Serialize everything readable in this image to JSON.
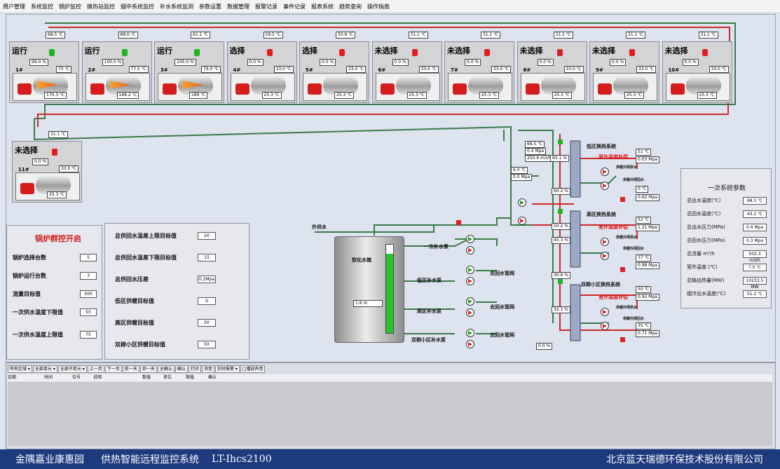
{
  "menu": [
    "用户管理",
    "系统监控",
    "锅炉监控",
    "换热站监控",
    "烟中系统监控",
    "补水系统监测",
    "参数设置",
    "数据管理",
    "报警记录",
    "事件记录",
    "报表系统",
    "趋势查询",
    "操作指南"
  ],
  "boilers": [
    {
      "status": "运行",
      "pct": "99.0 %",
      "temp_in": "68.5 ℃",
      "temp_out": "70 ℃",
      "body_temp": "170.3 ℃",
      "num": "1#",
      "running": true
    },
    {
      "status": "运行",
      "pct": "100.0 %",
      "temp_in": "68.0 ℃",
      "temp_out": "77.5 ℃",
      "body_temp": "168.2 ℃",
      "num": "2#",
      "running": true
    },
    {
      "status": "运行",
      "pct": "100.0 %",
      "temp_in": "61.1 ℃",
      "temp_out": "79.0 ℃",
      "body_temp": "189 ℃",
      "num": "3#",
      "running": true
    },
    {
      "status": "选择",
      "pct": "0.0 %",
      "temp_in": "59.5 ℃",
      "temp_out": "33.0 ℃",
      "body_temp": "25.3 ℃",
      "num": "4#",
      "running": false
    },
    {
      "status": "选择",
      "pct": "0.0 %",
      "temp_in": "50.6 ℃",
      "temp_out": "33.0 ℃",
      "body_temp": "25.3 ℃",
      "num": "5#",
      "running": false
    },
    {
      "status": "未选择",
      "pct": "0.0 %",
      "temp_in": "31.1 ℃",
      "temp_out": "33.0 ℃",
      "body_temp": "25.3 ℃",
      "num": "6#",
      "running": false
    },
    {
      "status": "未选择",
      "pct": "0.0 %",
      "temp_in": "31.1 ℃",
      "temp_out": "33.0 ℃",
      "body_temp": "25.3 ℃",
      "num": "7#",
      "running": false
    },
    {
      "status": "未选择",
      "pct": "0.0 %",
      "temp_in": "31.1 ℃",
      "temp_out": "33.0 ℃",
      "body_temp": "25.3 ℃",
      "num": "8#",
      "running": false
    },
    {
      "status": "未选择",
      "pct": "0.0 %",
      "temp_in": "31.1 ℃",
      "temp_out": "33.0 ℃",
      "body_temp": "25.3 ℃",
      "num": "9#",
      "running": false
    },
    {
      "status": "未选择",
      "pct": "0.0 %",
      "temp_in": "31.1 ℃",
      "temp_out": "33.0 ℃",
      "body_temp": "25.3 ℃",
      "num": "10#",
      "running": false
    },
    {
      "status": "未选择",
      "pct": "0.0 %",
      "temp_in": "31.1 ℃",
      "temp_out": "33.0 ℃",
      "body_temp": "25.3 ℃",
      "num": "11#",
      "running": false
    }
  ],
  "tank": {
    "label": "软化水箱",
    "level": "1.6 m",
    "level_fraction": 0.9,
    "outer_label": "外供水"
  },
  "pumps": {
    "primary": "一次补水泵",
    "low": "低区补水泵",
    "high": "高区补水泵",
    "twin": "双柳小区补水泵",
    "ret1": "去回水管网",
    "ret2": "去回水管网",
    "ret3": "去回水管网"
  },
  "stations": {
    "low": {
      "title": "低区换热系统",
      "outdoor": "室外温度补偿",
      "out": "供暖外网供水",
      "ret": "供暖外网回水"
    },
    "high": {
      "title": "高区换热系统",
      "outdoor": "室外温度补偿",
      "out": "供暖外网供水",
      "ret": "供暖外网回水"
    },
    "twin": {
      "title": "双柳小区换热系统",
      "outdoor": "室外温度补偿",
      "out": "供暖外网供水",
      "ret": "供暖外网回水"
    }
  },
  "station_values": {
    "lp1": "68.5 ℃",
    "lp2": "0.4 Mpa",
    "lp3": "250.6 m3/h",
    "lp4": "65.1 %",
    "ls1": "51 ℃",
    "ls2": "0.03 Mpa",
    "ls3": "0 ℃",
    "ls4": "0.62 Mpa",
    "ls5": "60.2 %",
    "main1": "6.0 ℃",
    "main2": "0.0 Mpa",
    "hs1": "52 ℃",
    "hs2": "1.21 Mpa",
    "hs3": "37 ℃",
    "hs4": "0.98 Mpa",
    "hs5": "50.2 %",
    "hs6": "45.3 %",
    "ts1": "50 ℃",
    "ts2": "0.92 Mpa",
    "ts3": "35 ℃",
    "ts4": "0.71 Mpa",
    "ts5": "30.6 %",
    "ts6": "32.1 %",
    "ts7": "0.0 %"
  },
  "primary_params": {
    "title": "一次系统参数",
    "rows": [
      {
        "label": "总出水温度(℃)",
        "value": "68.5 ℃"
      },
      {
        "label": "总回水温度(℃)",
        "value": "43.2 ℃"
      },
      {
        "label": "总出水压力(MPa)",
        "value": "0.4 Mpa"
      },
      {
        "label": "总回水压力(MPa)",
        "value": "0.3 Mpa"
      },
      {
        "label": "总流量        m³/h",
        "value": "502.3 m3/h"
      },
      {
        "label": "室外温度  (℃)",
        "value": "7.0 ℃"
      },
      {
        "label": "总输出热量(MW)",
        "value": "10233.5 MW"
      },
      {
        "label": "烟冷出水温度(℃)",
        "value": "51.2 ℃"
      }
    ]
  },
  "group_control": {
    "title": "锅炉群控开启",
    "rows": [
      {
        "label": "锅炉选择台数",
        "value": "5"
      },
      {
        "label": "锅炉运行台数",
        "value": "3"
      },
      {
        "label": "流量目标值",
        "value": "500"
      },
      {
        "label": "一次供水温度下限值",
        "value": "55"
      },
      {
        "label": "一次供水温度上限值",
        "value": "75"
      }
    ]
  },
  "targets": {
    "rows": [
      {
        "label": "总供回水温差上限目标值",
        "value": "20"
      },
      {
        "label": "总供回水温差下限目标值",
        "value": "15"
      },
      {
        "label": "总供回水压差",
        "value": "0.2Mpa"
      },
      {
        "label": "低区供暖目标值",
        "value": "0"
      },
      {
        "label": "高区供暖目标值",
        "value": "50"
      },
      {
        "label": "双柳小区供暖目标值",
        "value": "50"
      }
    ]
  },
  "alarm": {
    "tools": [
      "所有区域 ▾",
      "全部单元 ▾",
      "全部子单元 ▾",
      "上一页",
      "下一页",
      "前一天",
      "后一天",
      "全确认",
      "确认",
      "打印",
      "消音",
      "实时报警 ▾",
      "□播放声音"
    ],
    "columns": [
      "日期",
      "时间",
      "位号",
      "说明",
      "数值",
      "单位",
      "限值",
      "确认"
    ]
  },
  "footer": {
    "site": "金隅嘉业康惠园",
    "system": "供热智能远程监控系统",
    "model": "LT-Ihcs2100",
    "company": "北京蓝天瑞德环保技术股份有限公司"
  },
  "colors": {
    "pipe_green": "#3b7a4a",
    "pipe_red": "#cc2a2a",
    "run_green": "#22b322",
    "stop_red": "#e02020",
    "footer_bg": "#1d3a7f"
  }
}
